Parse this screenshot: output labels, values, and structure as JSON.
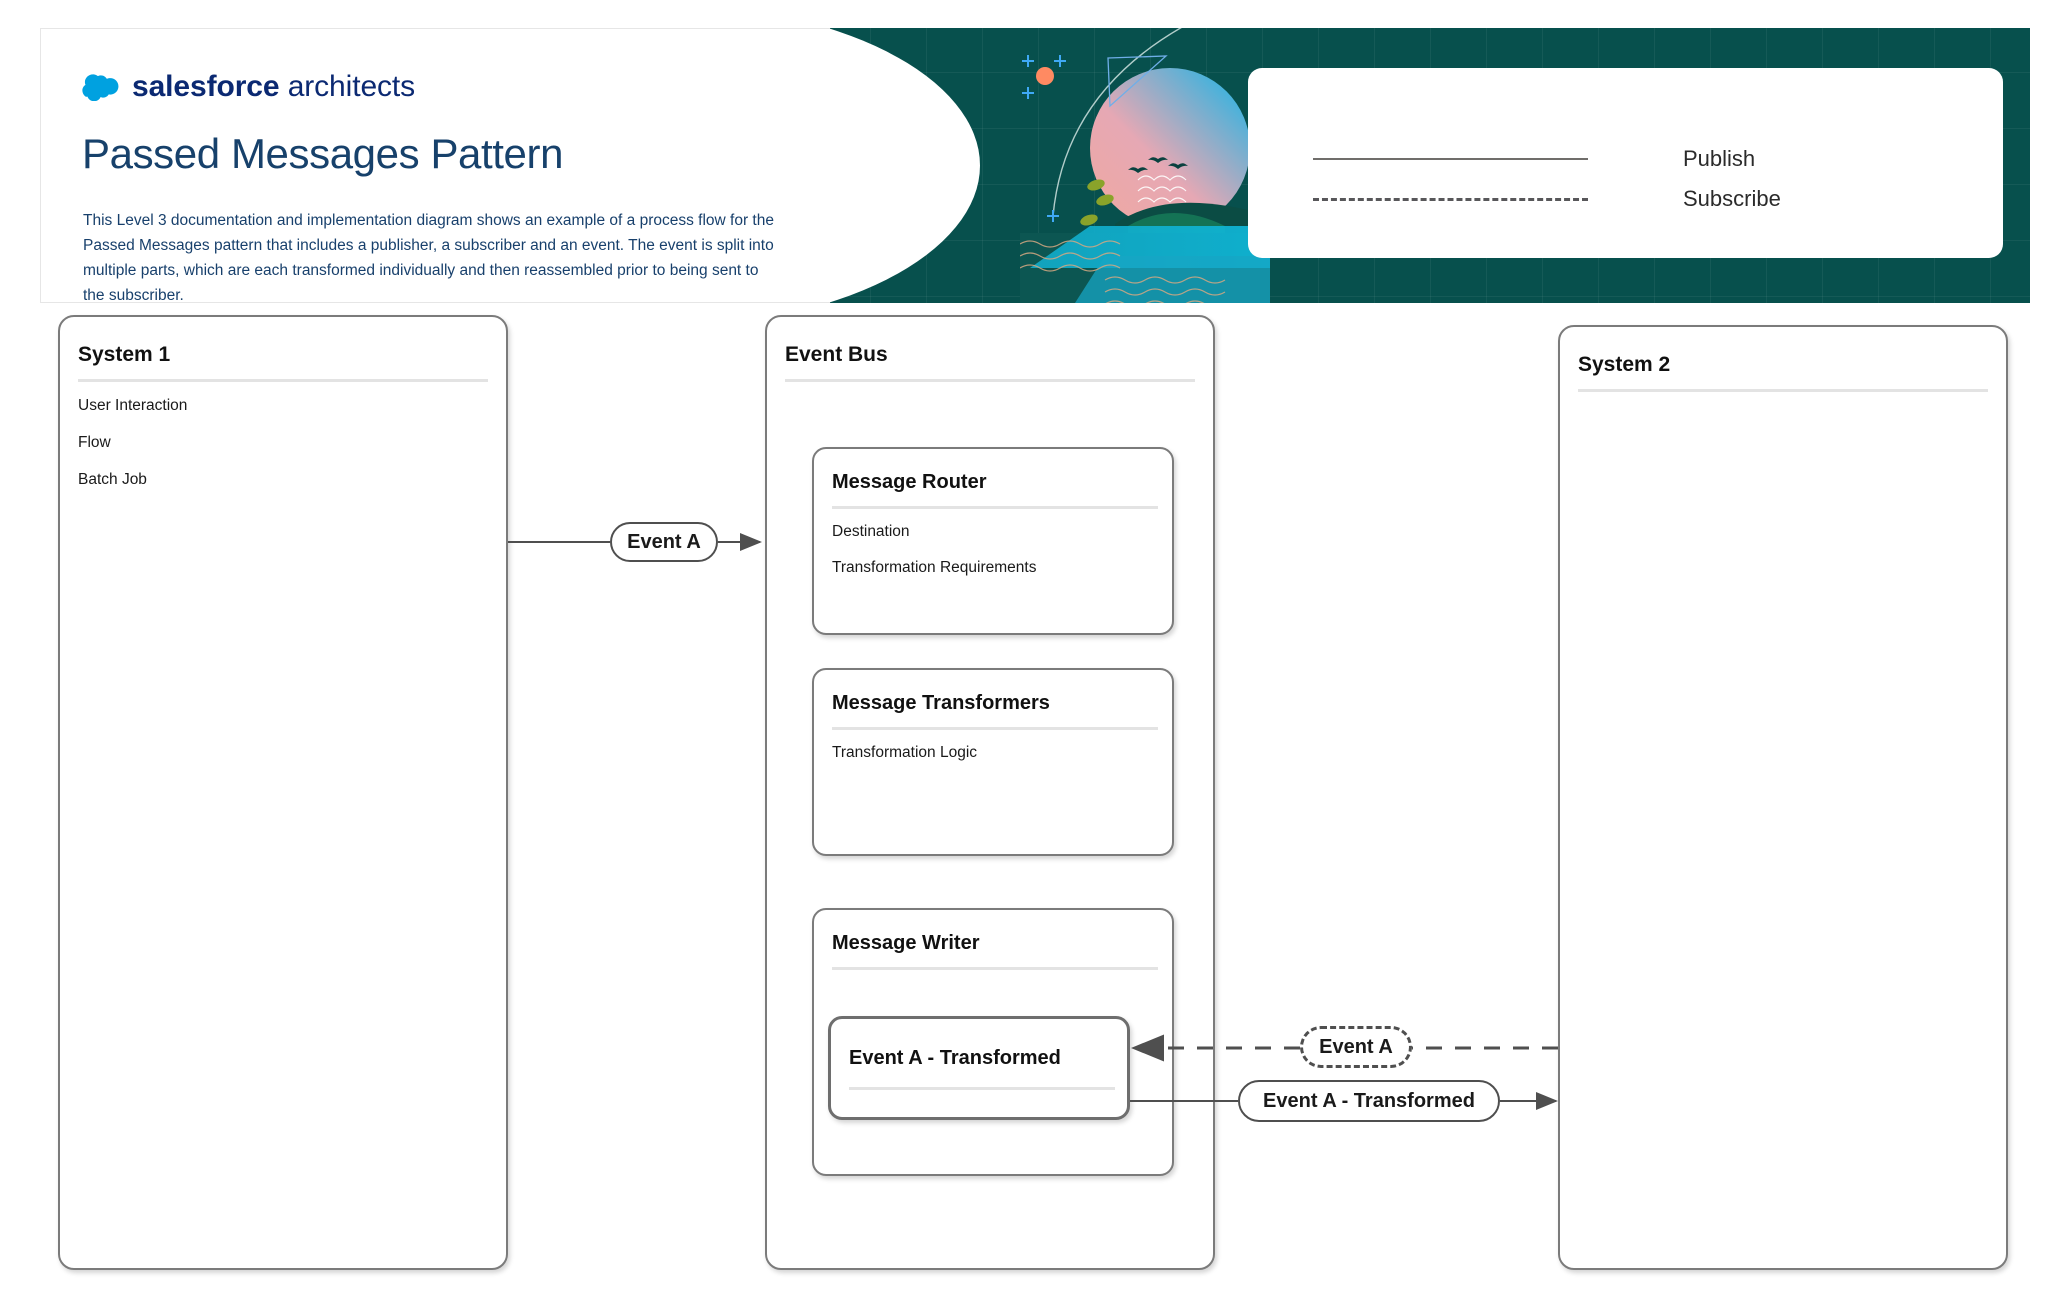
{
  "header": {
    "logo": {
      "icon": "salesforce-cloud-icon",
      "brand_bold": "salesforce",
      "brand_light": "architects",
      "cloud_color": "#00A1E0",
      "text_color": "#0B2972"
    },
    "title": "Passed Messages Pattern",
    "description": "This Level 3 documentation and implementation diagram shows an example of a process flow for the Passed Messages pattern that includes a publisher, a subscriber and an event.  The event is split into multiple parts, which are each transformed individually and then reassembled prior to being sent to the subscriber.",
    "band_color": "#07504D"
  },
  "legend": {
    "items": [
      {
        "label": "Publish",
        "style": "solid"
      },
      {
        "label": "Subscribe",
        "style": "dashed"
      }
    ]
  },
  "diagram": {
    "system1": {
      "title": "System 1",
      "items": [
        "User Interaction",
        "Flow",
        "Batch Job"
      ]
    },
    "event_bus": {
      "title": "Event Bus",
      "cards": [
        {
          "title": "Message Router",
          "items": [
            "Destination",
            "Transformation Requirements"
          ]
        },
        {
          "title": "Message Transformers",
          "items": [
            "Transformation Logic"
          ]
        },
        {
          "title": "Message Writer",
          "items": [],
          "nested": {
            "title": "Event A - Transformed"
          }
        }
      ]
    },
    "system2": {
      "title": "System 2",
      "items": []
    },
    "connectors": [
      {
        "label": "Event A",
        "style": "solid",
        "direction": "system1-to-event-bus"
      },
      {
        "label": "Event A",
        "style": "dashed",
        "direction": "system2-to-message-writer"
      },
      {
        "label": "Event A - Transformed",
        "style": "solid",
        "direction": "message-writer-to-system2"
      }
    ]
  }
}
